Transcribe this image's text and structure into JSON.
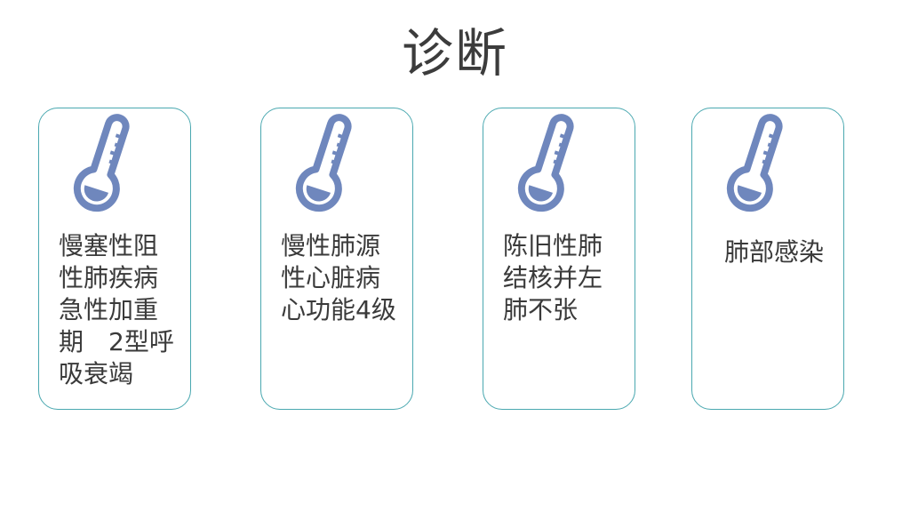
{
  "title": "诊断",
  "accent_colors": {
    "card_border": "#4aa8b0",
    "icon": "#6f87bd"
  },
  "cards": [
    {
      "icon": "thermometer-icon",
      "text": "慢塞性阻\n性肺疾病\n急性加重\n期　2型呼\n吸衰竭"
    },
    {
      "icon": "thermometer-icon",
      "text": "慢性肺源\n性心脏病\n心功能4级"
    },
    {
      "icon": "thermometer-icon",
      "text": "陈旧性肺\n结核并左\n肺不张"
    },
    {
      "icon": "thermometer-icon",
      "text": "肺部感染"
    }
  ]
}
